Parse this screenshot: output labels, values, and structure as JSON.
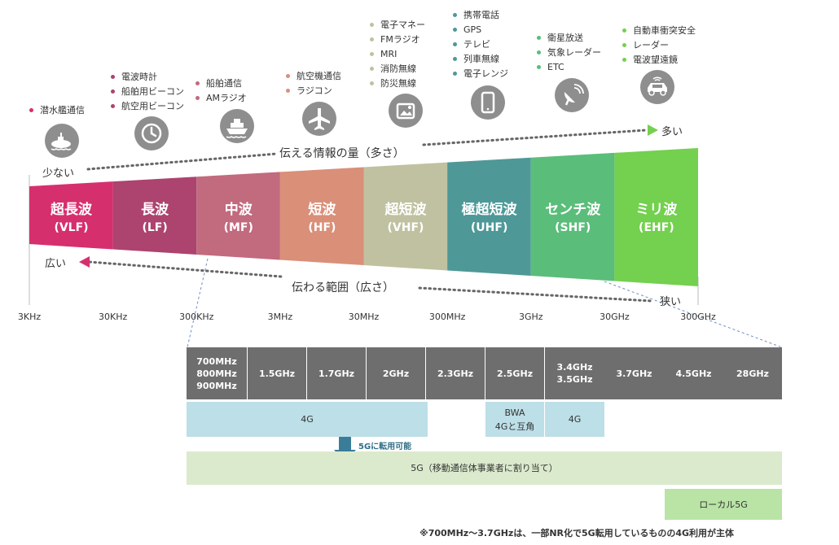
{
  "colors": {
    "vlf": "#d62f6e",
    "lf": "#ad436f",
    "mf": "#c26a7e",
    "hf": "#da8f78",
    "vhf": "#c0c1a0",
    "uhf": "#4e9898",
    "shf": "#5bbd7a",
    "ehf": "#74d04f",
    "grid_gray": "#6e6e6e",
    "lte_blue": "#bddfe7",
    "fiveg_green": "#dbeacd",
    "local5g_green": "#b9e4a5"
  },
  "bands": [
    {
      "name": "超長波",
      "abbr": "(VLF)",
      "color": "#d62f6e"
    },
    {
      "name": "長波",
      "abbr": "(LF)",
      "color": "#ad436f"
    },
    {
      "name": "中波",
      "abbr": "(MF)",
      "color": "#c26a7e"
    },
    {
      "name": "短波",
      "abbr": "(HF)",
      "color": "#da8f78"
    },
    {
      "name": "超短波",
      "abbr": "(VHF)",
      "color": "#c0c1a0"
    },
    {
      "name": "極超短波",
      "abbr": "(UHF)",
      "color": "#4e9898"
    },
    {
      "name": "センチ波",
      "abbr": "(SHF)",
      "color": "#5bbd7a"
    },
    {
      "name": "ミリ波",
      "abbr": "(EHF)",
      "color": "#74d04f"
    }
  ],
  "uses": [
    {
      "icon": "submarine-icon",
      "color": "#d62f6e",
      "items": [
        "潜水艦通信"
      ]
    },
    {
      "icon": "clock-icon",
      "color": "#ad436f",
      "items": [
        "電波時計",
        "船舶用ビーコン",
        "航空用ビーコン"
      ]
    },
    {
      "icon": "ship-icon",
      "color": "#c26a7e",
      "items": [
        "船舶通信",
        "AMラジオ"
      ]
    },
    {
      "icon": "airplane-icon",
      "color": "#da8f78",
      "items": [
        "航空機通信",
        "ラジコン"
      ]
    },
    {
      "icon": "photo-icon",
      "color": "#c0c1a0",
      "items": [
        "電子マネー",
        "FMラジオ",
        "MRI",
        "消防無線",
        "防災無線"
      ]
    },
    {
      "icon": "smartphone-icon",
      "color": "#4e9898",
      "items": [
        "携帯電話",
        "GPS",
        "テレビ",
        "列車無線",
        "電子レンジ"
      ]
    },
    {
      "icon": "satellite-dish-icon",
      "color": "#5bbd7a",
      "items": [
        "衛星放送",
        "気象レーダー",
        "ETC"
      ]
    },
    {
      "icon": "car-icon",
      "color": "#74d04f",
      "items": [
        "自動車衝突安全",
        "レーダー",
        "電波望遠鏡"
      ]
    }
  ],
  "labels": {
    "info_low": "少ない",
    "info_title": "伝える情報の量（多さ）",
    "info_high": "多い",
    "range_wide": "広い",
    "range_title": "伝わる範囲（広さ）",
    "range_narrow": "狭い"
  },
  "frequencies": [
    "3KHz",
    "30KHz",
    "300KHz",
    "3MHz",
    "30MHz",
    "300MHz",
    "3GHz",
    "30GHz",
    "300GHz"
  ],
  "detail_frequencies": [
    "700MHz\n800MHz\n900MHz",
    "1.5GHz",
    "1.7GHz",
    "2GHz",
    "2.3GHz",
    "2.5GHz",
    "3.4GHz\n3.5GHz",
    "3.7GHz",
    "4.5GHz",
    "28GHz"
  ],
  "allocations": {
    "lte1": "4G",
    "bwa": "BWA\n4Gと互角",
    "lte2": "4G",
    "convert_note": "5Gに転用可能",
    "fiveg": "5G（移動通信体事業者に割り当て）",
    "local5g": "ローカル5G"
  },
  "footnote": "※700MHz～3.7GHzは、一部NR化で5G転用しているものの4G利用が主体"
}
